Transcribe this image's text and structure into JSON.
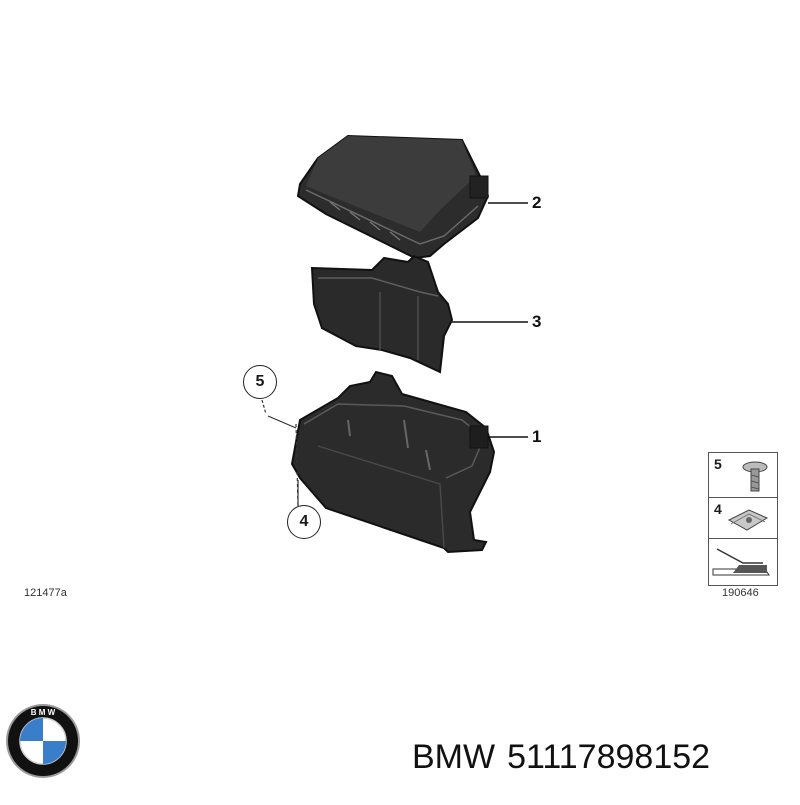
{
  "callouts": {
    "part1": "1",
    "part2": "2",
    "part3": "3",
    "part4": "4",
    "part5": "5"
  },
  "legend": {
    "item5": "5",
    "item4": "4",
    "ref": "190646"
  },
  "diagram_ref": "121477a",
  "brand": {
    "name": "BMW",
    "part_number": "51117898152",
    "logo_letters": "BMW",
    "logo_colors": {
      "blue": "#3a7dc9",
      "white": "#ffffff",
      "black": "#111111",
      "silver": "#9a9a9a"
    }
  }
}
